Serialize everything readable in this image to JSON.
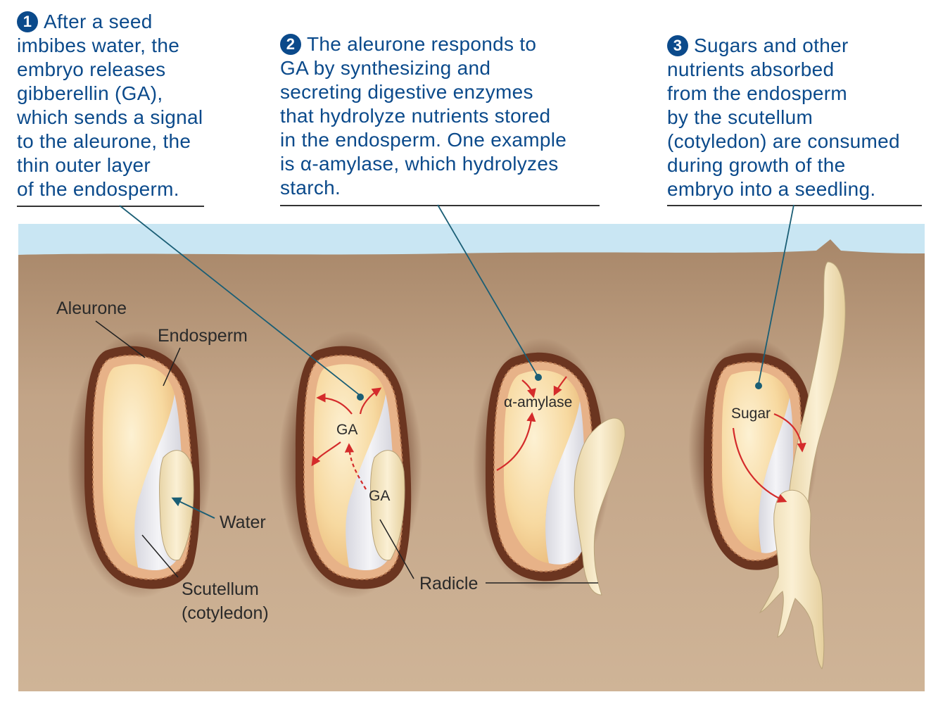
{
  "steps": [
    {
      "number": "1",
      "text": "After a seed\nimbibes water, the\nembryo releases\ngibberellin (GA),\nwhich sends a signal\nto the aleurone, the\nthin outer layer\nof the endosperm."
    },
    {
      "number": "2",
      "text": "The aleurone responds to\nGA by synthesizing and\nsecreting digestive enzymes\nthat hydrolyze nutrients stored\nin the endosperm. One example\nis α-amylase, which hydrolyzes\nstarch."
    },
    {
      "number": "3",
      "text": "Sugars and other\nnutrients absorbed\nfrom the endosperm\nby the scutellum\n(cotyledon) are consumed\nduring growth of the\nembryo into a seedling."
    }
  ],
  "labels": {
    "aleurone": "Aleurone",
    "endosperm": "Endosperm",
    "water": "Water",
    "scutellum": "Scutellum",
    "cotyledon": "(cotyledon)",
    "ga_top": "GA",
    "ga_bottom": "GA",
    "radicle": "Radicle",
    "alpha_amylase": "α-amylase",
    "sugar": "Sugar"
  },
  "colors": {
    "step_blue": "#0b4a8b",
    "water": "#c9e6f3",
    "soil": "#b89a7c",
    "seed_coat": "#6b3520",
    "aleurone": "#e7b288",
    "endosperm": "#f7dba3",
    "scutellum": "#e4e4ea",
    "embryo": "#f4e6c3",
    "arrow_red": "#d42b2b",
    "leader_teal": "#1a5e75"
  }
}
